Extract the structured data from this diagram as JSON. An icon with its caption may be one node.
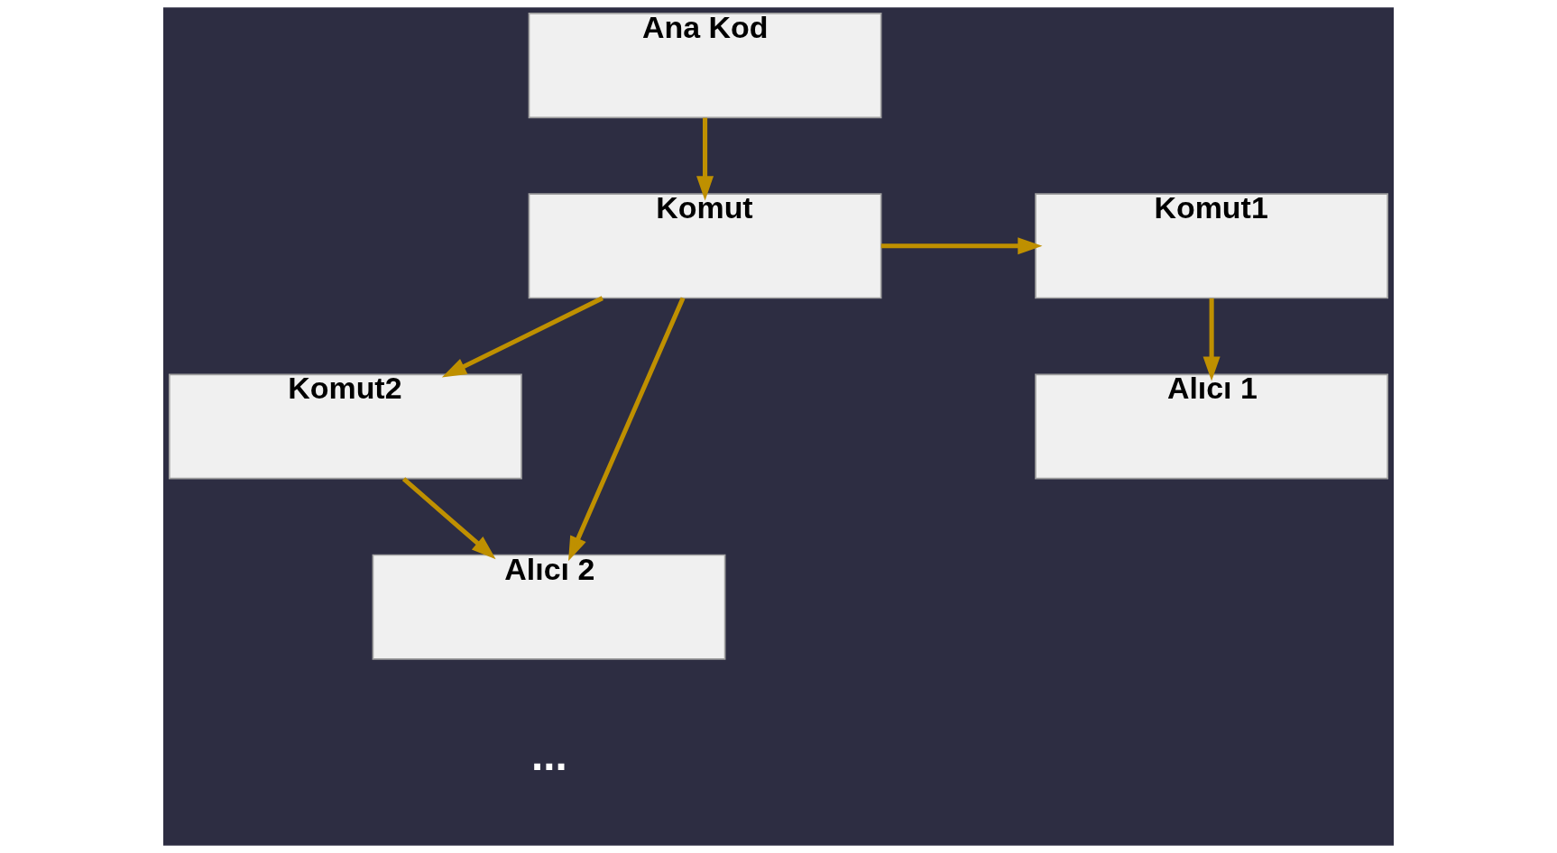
{
  "diagram": {
    "nodes": [
      {
        "text": [
          "Ana Kod"
        ]
      },
      {
        "text": [
          "Komut"
        ]
      },
      {
        "text": [
          "Komut1"
        ]
      },
      {
        "text": [
          "Komut2"
        ]
      },
      {
        "text": [
          "Alıcı 1"
        ]
      },
      {
        "text": [
          "Alıcı 2"
        ]
      }
    ],
    "edges": [
      {
        "from": 0,
        "to": 1,
        "arrow": "to"
      },
      {
        "from": 1,
        "to": 2,
        "arrow": "to"
      },
      {
        "from": 1,
        "to": 3,
        "arrow": "to"
      },
      {
        "from": 1,
        "to": 5,
        "arrow": "to"
      },
      {
        "from": 2,
        "to": 4,
        "arrow": "to"
      },
      {
        "from": 3,
        "to": 5,
        "arrow": "to"
      }
    ],
    "labels": [
      "..."
    ]
  }
}
